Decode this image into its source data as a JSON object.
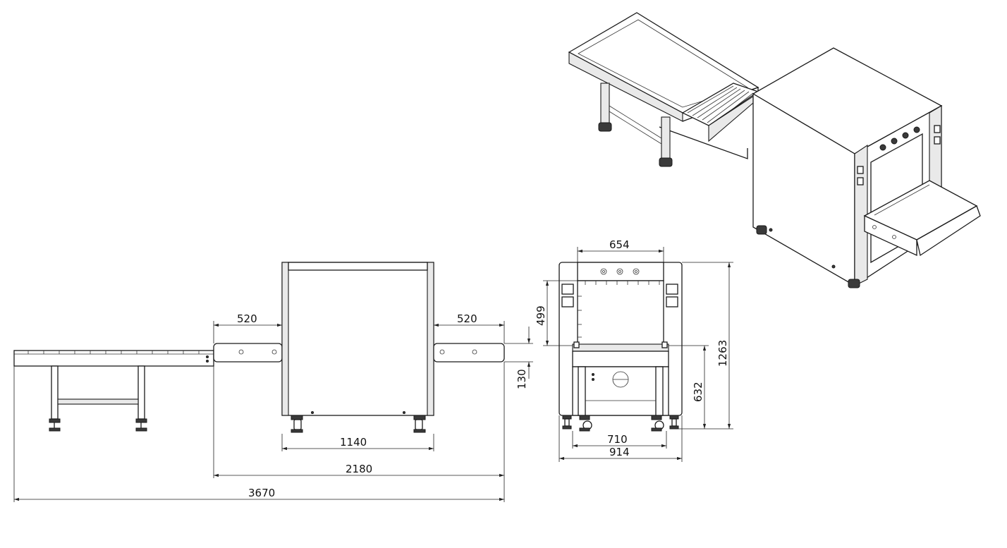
{
  "colors": {
    "line": "#1a1a1a",
    "background": "#ffffff"
  },
  "views": {
    "side_view": {
      "dimensions": {
        "entry_conveyor": "520",
        "exit_conveyor": "520",
        "tunnel_depth": "1140",
        "conveyor_span": "2180",
        "overall_length": "3670",
        "conveyor_thickness": "130"
      }
    },
    "front_view": {
      "dimensions": {
        "tunnel_width": "654",
        "tunnel_height": "499",
        "conveyor_height": "632",
        "overall_height": "1263",
        "base_width": "710",
        "overall_width": "914"
      }
    }
  }
}
